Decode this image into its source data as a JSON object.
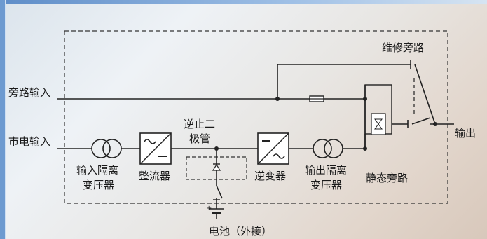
{
  "labels": {
    "bypass_input": "旁路输入",
    "mains_input": "市电输入",
    "maintenance_bypass": "维修旁路",
    "input_transformer_1": "输入隔离",
    "input_transformer_2": "变压器",
    "rectifier": "整流器",
    "diode_1": "逆止二",
    "diode_2": "极管",
    "inverter": "逆变器",
    "output_transformer_1": "输出隔离",
    "output_transformer_2": "变压器",
    "static_bypass": "静态旁路",
    "output": "输出",
    "battery": "电池（外接）"
  }
}
